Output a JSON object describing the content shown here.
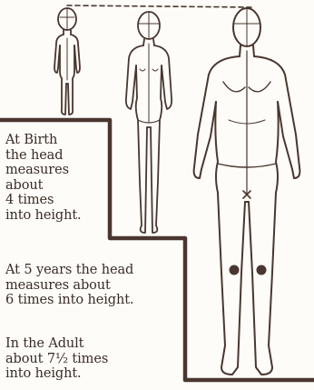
{
  "captions": {
    "birth": "At Birth\nthe head\nmeasures\nabout\n4 times\ninto height.",
    "five_years": "At 5 years the head\nmeasures about\n6 times into height.",
    "adult": "In the Adult\nabout 7½ times\ninto height."
  },
  "figures": [
    {
      "label_ref": "birth",
      "heads_in_height": 4
    },
    {
      "label_ref": "five_years",
      "heads_in_height": 6
    },
    {
      "label_ref": "adult",
      "heads_in_height": 7.5
    }
  ],
  "colors": {
    "ink": "#4a3630",
    "paper": "#fdfcf8"
  }
}
